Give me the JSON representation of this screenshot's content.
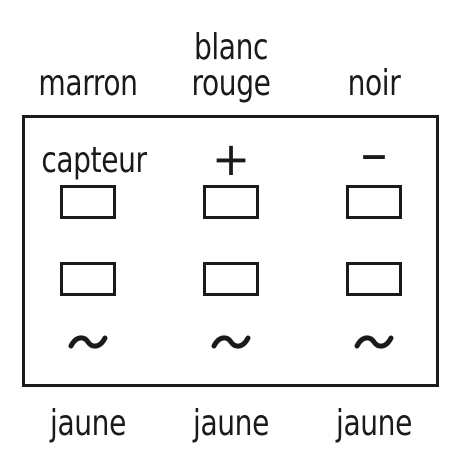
{
  "top_labels": {
    "col1": "marron",
    "col2_line1": "blanc",
    "col2_line2": "rouge",
    "col3": "noir"
  },
  "panel": {
    "row1": {
      "col1": "capteur",
      "col2": "+",
      "col3": "–"
    },
    "tilde_symbol": "~",
    "icons": {
      "slot": "rectangular-terminal-icon",
      "tilde": "tilde-ac-icon"
    }
  },
  "bottom_labels": {
    "col1": "jaune",
    "col2": "jaune",
    "col3": "jaune"
  }
}
